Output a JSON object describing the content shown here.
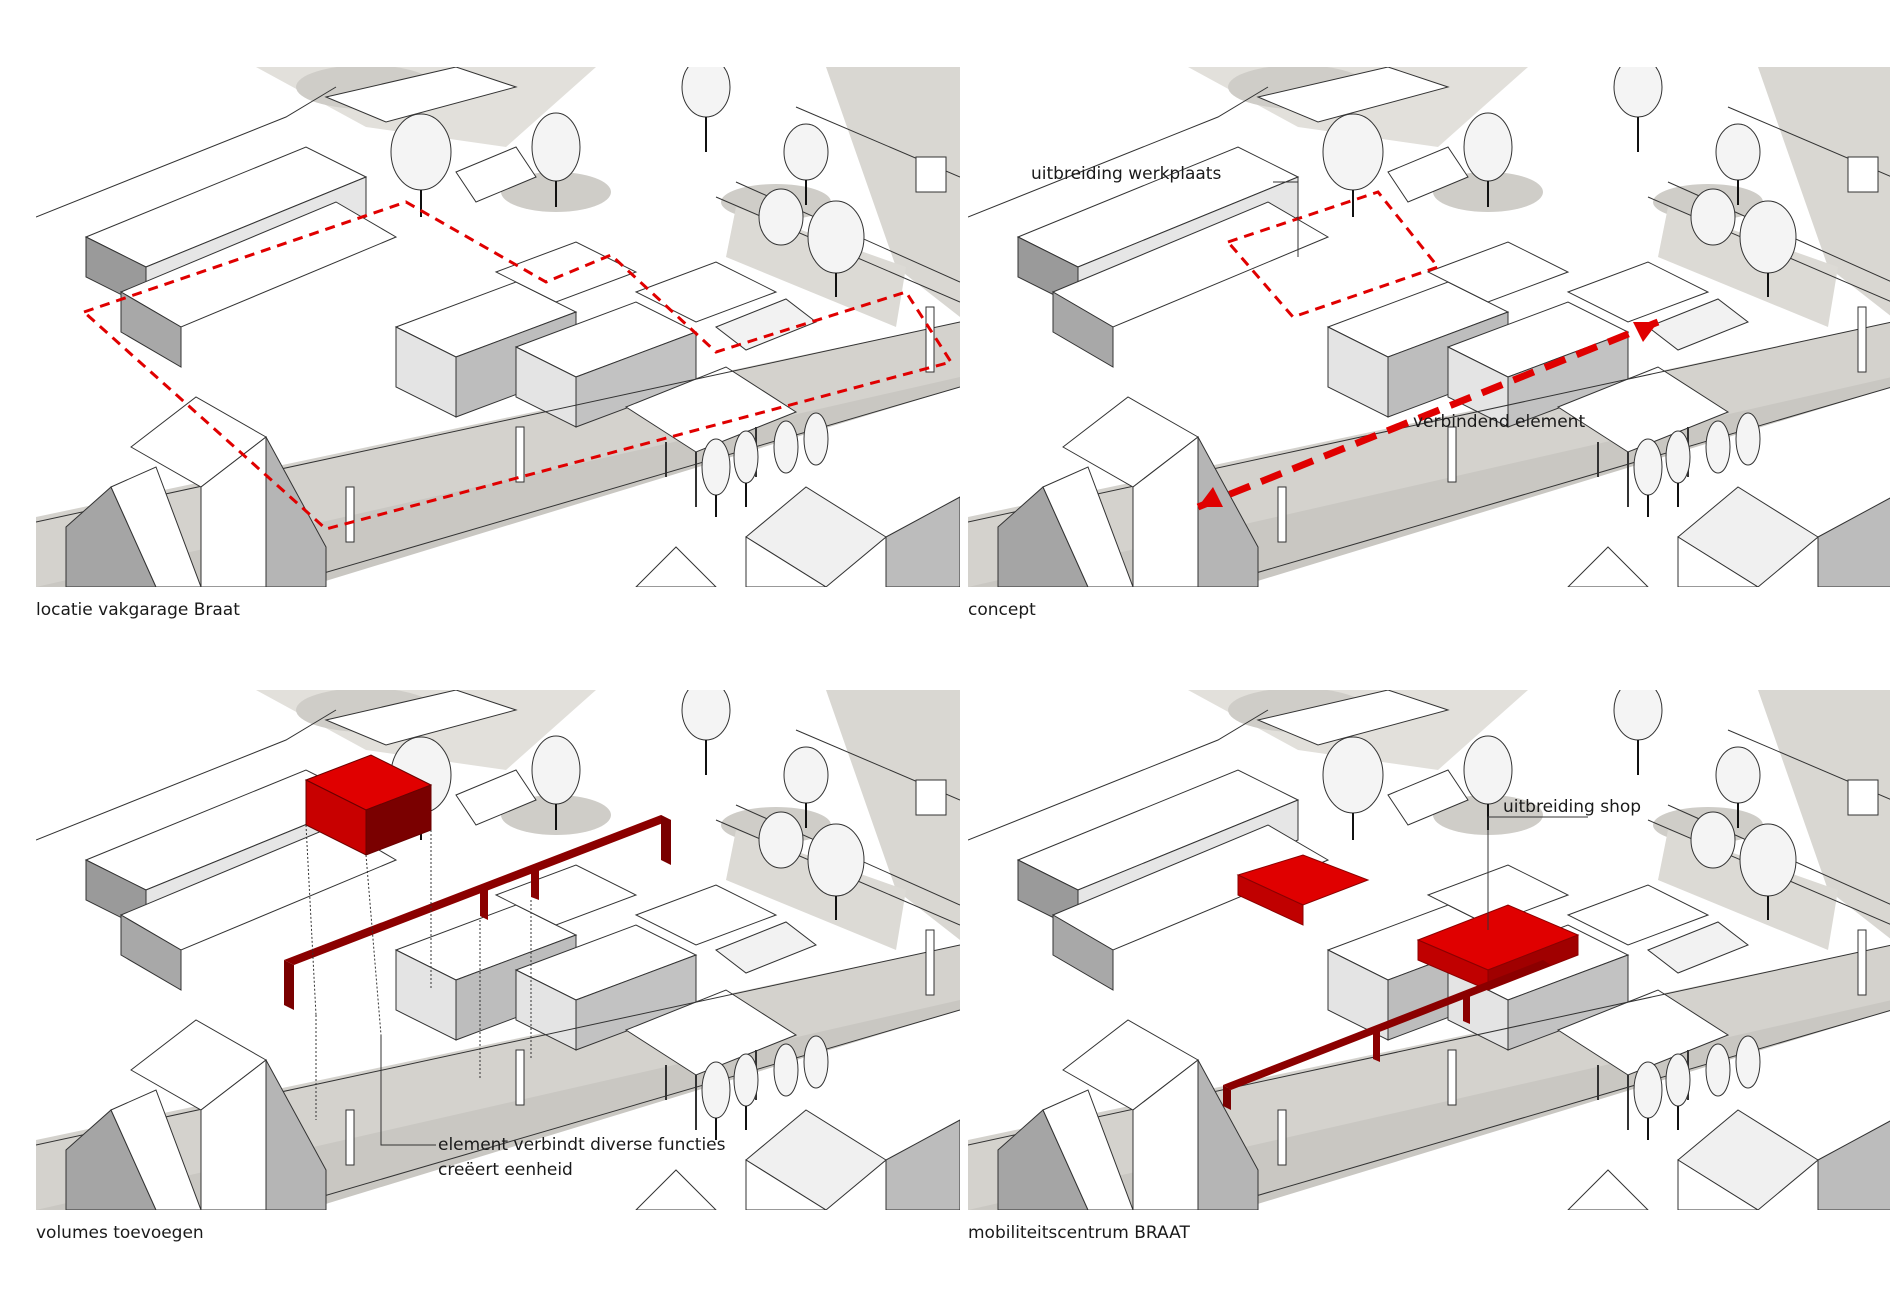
{
  "panels": [
    {
      "id": "p1",
      "caption": "locatie vakgarage Braat",
      "annotations": []
    },
    {
      "id": "p2",
      "caption": "concept",
      "annotations": [
        "uitbreiding werkplaats",
        "verbindend element"
      ]
    },
    {
      "id": "p3",
      "caption": "volumes toevoegen",
      "annotations": [
        "element verbindt diverse functies",
        "creëert eenheid"
      ]
    },
    {
      "id": "p4",
      "caption": "mobiliteitscentrum BRAAT",
      "annotations": [
        "uitbreiding shop"
      ]
    }
  ],
  "colors": {
    "highlight_red": "#e00000",
    "dark_red": "#8b0000",
    "building_face": "#ffffff",
    "shadow_grey": "#d4d2cd",
    "dark_grey": "#9a9a9a"
  }
}
